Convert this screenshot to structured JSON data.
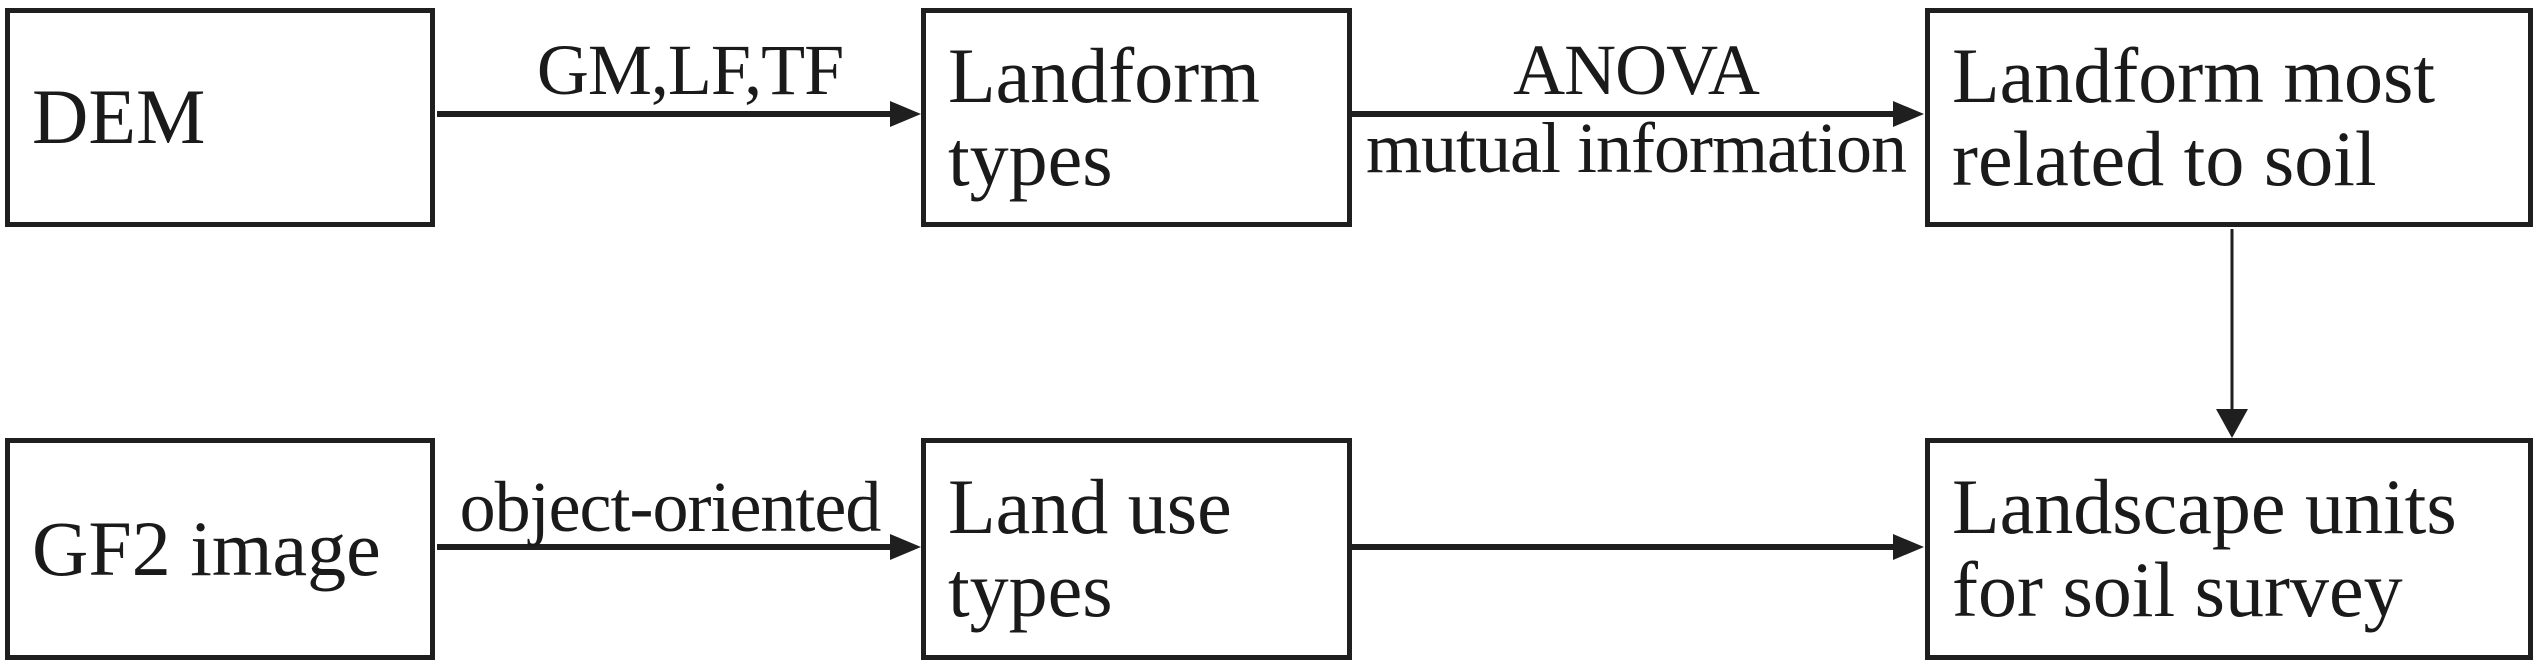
{
  "figure": {
    "background": "#ffffff",
    "ink": "#1a1a1a",
    "nodes": {
      "dem": {
        "label": "DEM"
      },
      "landform_types": {
        "label": "Landform\ntypes"
      },
      "landform_most_related": {
        "label": "Landform most\nrelated to soil"
      },
      "gf2_image": {
        "label": "GF2 image"
      },
      "land_use_types": {
        "label": "Land use\ntypes"
      },
      "landscape_units": {
        "label": "Landscape units\nfor soil survey"
      }
    },
    "edges": {
      "dem_to_landform_types": {
        "label": "GM,LF,TF"
      },
      "landform_types_to_landform_most": {
        "label_above": "ANOVA",
        "label_below": "mutual information"
      },
      "gf2_to_land_use": {
        "label": "object-oriented"
      }
    }
  }
}
